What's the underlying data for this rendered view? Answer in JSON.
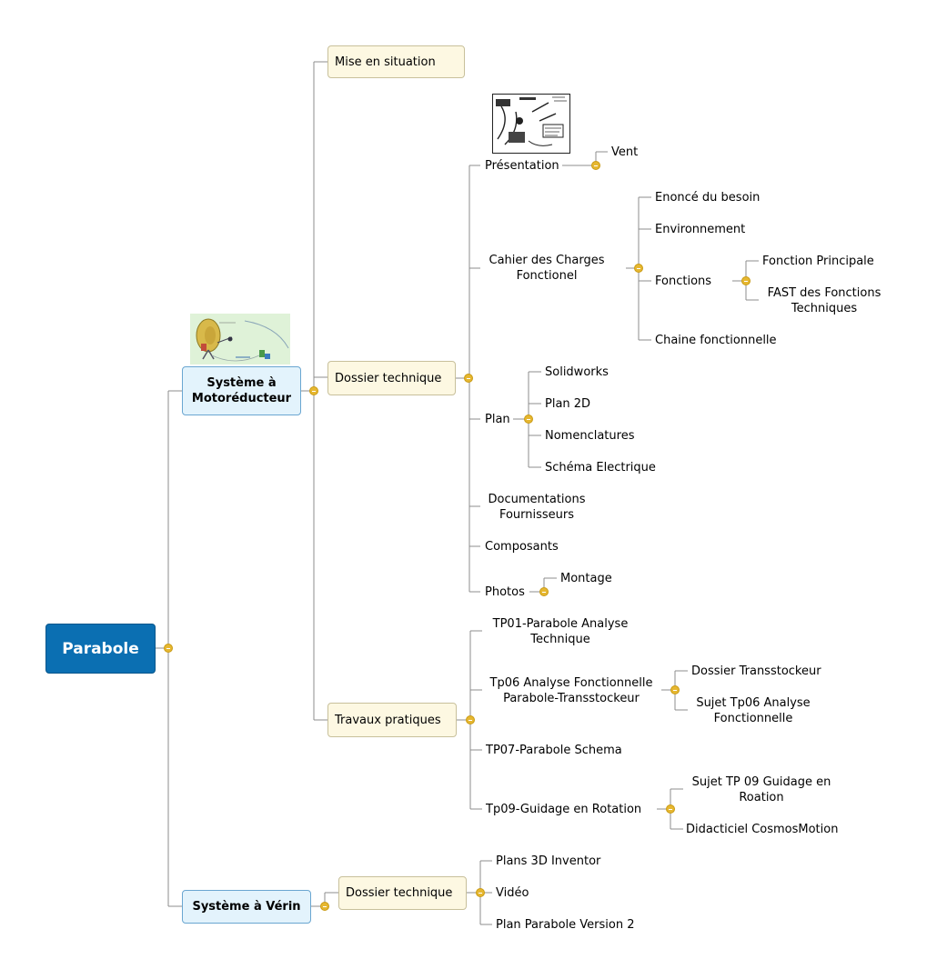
{
  "root": "Parabole",
  "systems": {
    "moto": "Système à Motoréducteur",
    "verin": "Système à Vérin"
  },
  "moto": {
    "mise": "Mise en situation",
    "dossier": "Dossier technique",
    "tp": "Travaux pratiques",
    "presentation": "Présentation",
    "vent": "Vent",
    "cdc": "Cahier des Charges Fonctionel",
    "enonce": "Enoncé du besoin",
    "environnement": "Environnement",
    "fonctions": "Fonctions",
    "fp": "Fonction Principale",
    "fast": "FAST des Fonctions Techniques",
    "chaine": "Chaine fonctionnelle",
    "plan": "Plan",
    "solidworks": "Solidworks",
    "plan2d": "Plan 2D",
    "nomenclatures": "Nomenclatures",
    "schema_elec": "Schéma Electrique",
    "docs": "Documentations Fournisseurs",
    "composants": "Composants",
    "photos": "Photos",
    "montage": "Montage",
    "tp01": "TP01-Parabole Analyse Technique",
    "tp06": "Tp06 Analyse Fonctionnelle Parabole-Transstockeur",
    "dossier_trans": "Dossier Transstockeur",
    "sujet_tp06": "Sujet Tp06 Analyse Fonctionnelle",
    "tp07": "TP07-Parabole Schema",
    "tp09": "Tp09-Guidage en Rotation",
    "sujet_tp09": "Sujet TP 09 Guidage en Roation",
    "didact": "Didacticiel CosmosMotion"
  },
  "verin": {
    "dossier": "Dossier technique",
    "plans3d": "Plans 3D Inventor",
    "video": "Vidéo",
    "planv2": "Plan Parabole Version 2"
  },
  "colors": {
    "root_fill": "#0b6fb2",
    "main_fill": "#e3f3fc",
    "sub_fill": "#fdf8e2",
    "toggle": "#e6b730",
    "line": "#8c8c8c"
  }
}
